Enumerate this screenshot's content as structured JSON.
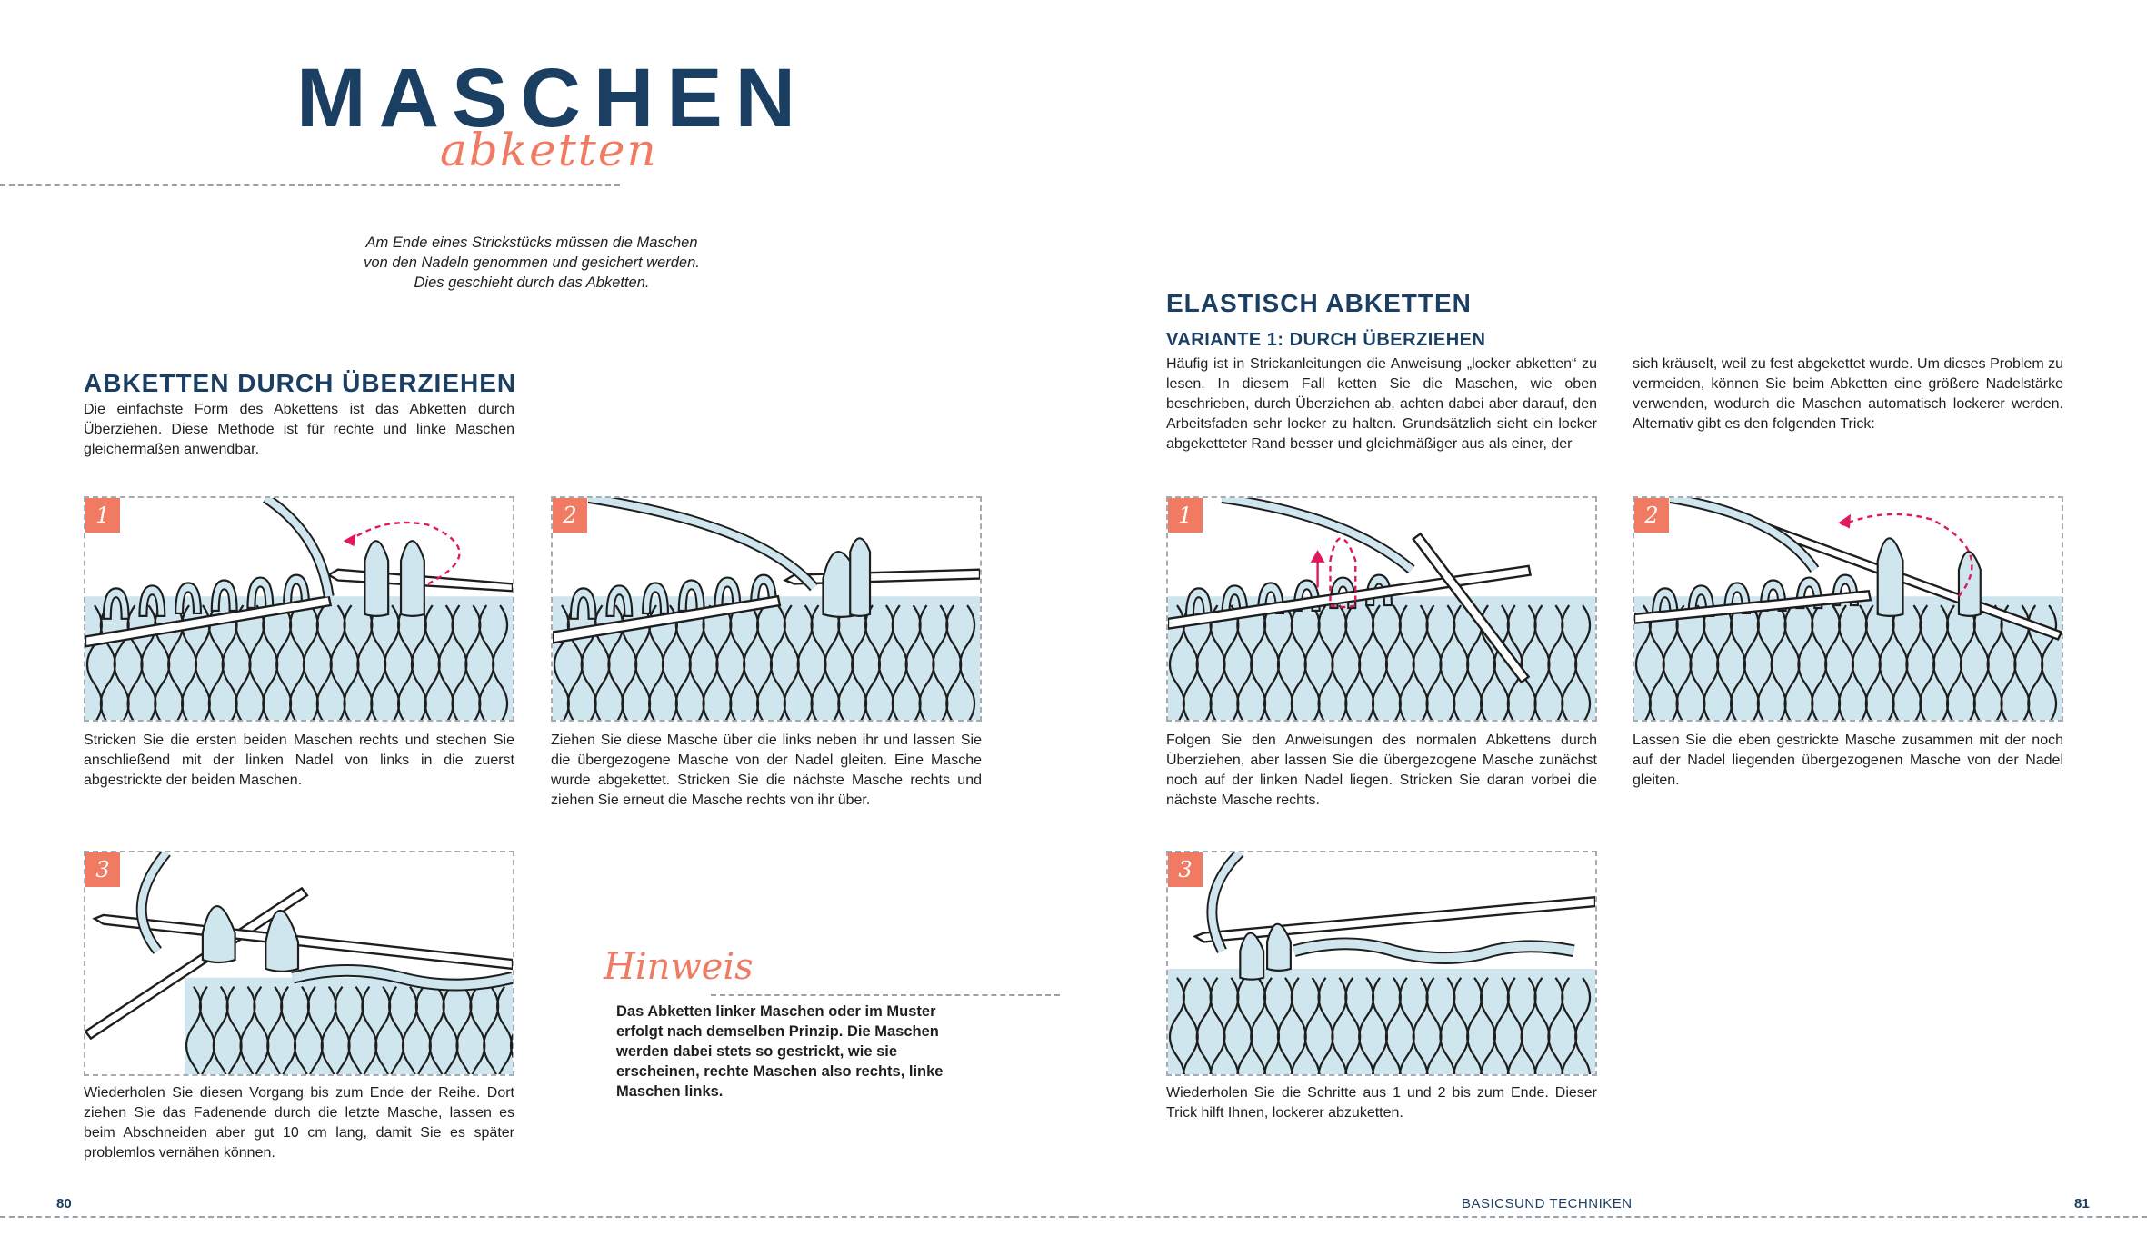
{
  "header": {
    "title": "MASCHEN",
    "subtitle": "abketten"
  },
  "intro": {
    "line1": "Am Ende eines Strickstücks müssen die Maschen",
    "line2": "von den Nadeln genommen und gesichert werden.",
    "line3": "Dies geschieht durch das Abketten."
  },
  "left_section": {
    "heading": "ABKETTEN DURCH ÜBERZIEHEN",
    "body": "Die einfachste Form des Abkettens ist das Abketten durch Überziehen. Diese Methode ist für rechte und linke Maschen gleichermaßen anwendbar."
  },
  "right_section": {
    "heading": "ELASTISCH ABKETTEN",
    "subheading": "VARIANTE 1: DURCH ÜBERZIEHEN",
    "body_col1": "Häufig ist in Strickanleitungen die Anweisung „locker abketten“ zu lesen. In diesem Fall ketten Sie die Maschen, wie oben beschrieben, durch Überziehen ab, achten dabei aber darauf, den Arbeitsfaden sehr locker zu halten. Grundsätzlich sieht ein locker abgeketteter Rand besser und gleichmäßiger aus als einer, der",
    "body_col2": "sich kräuselt, weil zu fest abgekettet wurde. Um dieses Problem zu vermeiden, können Sie beim Abketten eine größere Nadelstärke verwenden, wodurch die Maschen automatisch lockerer werden. Alternativ gibt es den folgenden Trick:"
  },
  "figures": {
    "left": [
      {
        "badge": "1",
        "caption": "Stricken Sie die ersten beiden Maschen rechts und stechen Sie anschließend mit der linken Nadel von links in die zuerst abgestrickte der beiden Maschen."
      },
      {
        "badge": "2",
        "caption": "Ziehen Sie diese Masche über die links neben ihr und lassen Sie die übergezogene Masche von der Nadel gleiten. Eine Masche wurde abgekettet. Stricken Sie die nächste Masche rechts und ziehen Sie erneut die Masche rechts von ihr über."
      },
      {
        "badge": "3",
        "caption": "Wiederholen Sie diesen Vorgang bis zum Ende der Reihe. Dort ziehen Sie das Fadenende durch die letzte Masche, lassen es beim Abschneiden aber gut 10 cm lang, damit Sie es später problemlos vernähen können."
      }
    ],
    "right": [
      {
        "badge": "1",
        "caption": "Folgen Sie den Anweisungen des normalen Abkettens durch Überziehen, aber lassen Sie die übergezogene Masche zunächst noch auf der linken Nadel liegen. Stricken Sie daran vorbei die nächste Masche rechts."
      },
      {
        "badge": "2",
        "caption": "Lassen Sie die eben gestrickte Masche zusammen mit der noch auf der Nadel liegenden übergezogenen Masche von der Nadel gleiten."
      },
      {
        "badge": "3",
        "caption": "Wiederholen Sie die Schritte aus 1 und 2 bis zum Ende. Dieser Trick hilft Ihnen, lockerer abzuketten."
      }
    ]
  },
  "hint": {
    "title": "Hinweis",
    "text": "Das Abketten linker Maschen oder im Muster erfolgt nach demselben Prinzip. Die Maschen werden dabei stets so gestrickt, wie sie erscheinen, rechte Maschen also rechts, linke Maschen links."
  },
  "footer": {
    "page_left": "80",
    "running_title": "BASICSUND TECHNIKEN",
    "page_right": "81"
  },
  "colors": {
    "navy": "#1b3f63",
    "coral": "#f07a62",
    "yarn": "#cfe6ee",
    "arrow": "#e0195a"
  }
}
